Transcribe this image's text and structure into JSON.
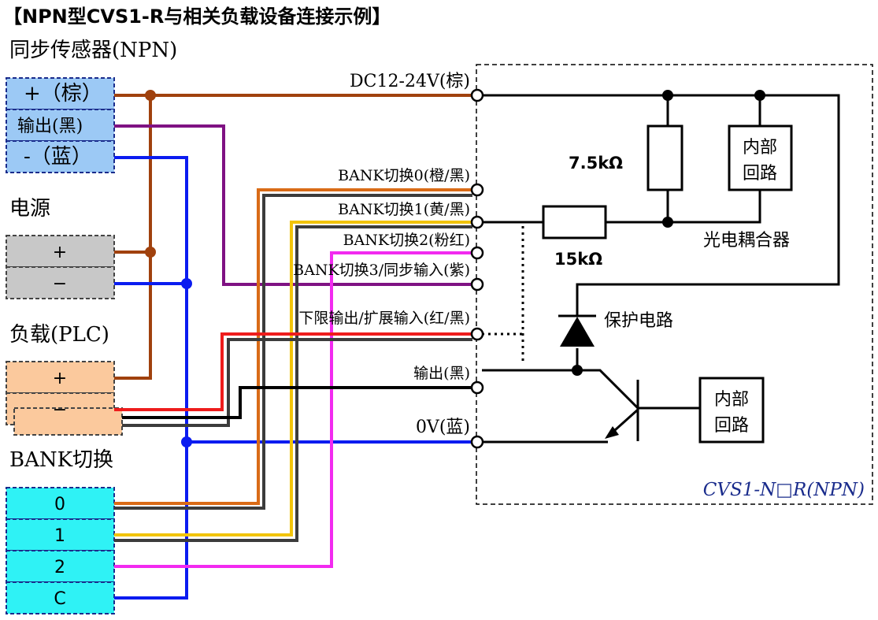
{
  "title": "【NPN型CVS1-R与相关负载设备连接示例】",
  "colors": {
    "brown": "#a0410d",
    "purple": "#7f1283",
    "blue": "#0b1cf0",
    "orange": "#d96b17",
    "darkgray": "#3c3c3c",
    "yellow": "#f2c40a",
    "pink": "#f22af0",
    "red": "#ee1c1c",
    "black": "#000000",
    "sensor_fill": "#9cc9f5",
    "power_fill": "#c8c8c8",
    "load_fill": "#fbc99d",
    "bank_fill": "#2ff2f5",
    "model_color": "#1a2c8c"
  },
  "left": {
    "sensor": {
      "heading": "同步传感器(NPN)",
      "plus": "+（棕）",
      "out": "输出(黑)",
      "minus": "-（蓝）"
    },
    "power": {
      "heading": "电源",
      "plus": "+",
      "minus": "−"
    },
    "load": {
      "heading": "负载(PLC)",
      "plus": "+",
      "minus": "−"
    },
    "bank": {
      "heading": "BANK切换",
      "items": [
        "0",
        "1",
        "2",
        "C"
      ]
    }
  },
  "terminals": {
    "dc": "DC12-24V(棕)",
    "bank0": "BANK切换0(橙/黑)",
    "bank1": "BANK切换1(黄/黑)",
    "bank2": "BANK切换2(粉红)",
    "bank3": "BANK切换3/同步输入(紫)",
    "lower": "下限输出/扩展输入(红/黑)",
    "out": "输出(黑)",
    "zero": "0V(蓝)"
  },
  "internal": {
    "r1": "7.5kΩ",
    "r2": "15kΩ",
    "circuit1_line1": "内部",
    "circuit1_line2": "回路",
    "coupler": "光电耦合器",
    "protect": "保护电路",
    "circuit2_line1": "内部",
    "circuit2_line2": "回路",
    "model": "CVS1-N□R(NPN)"
  }
}
